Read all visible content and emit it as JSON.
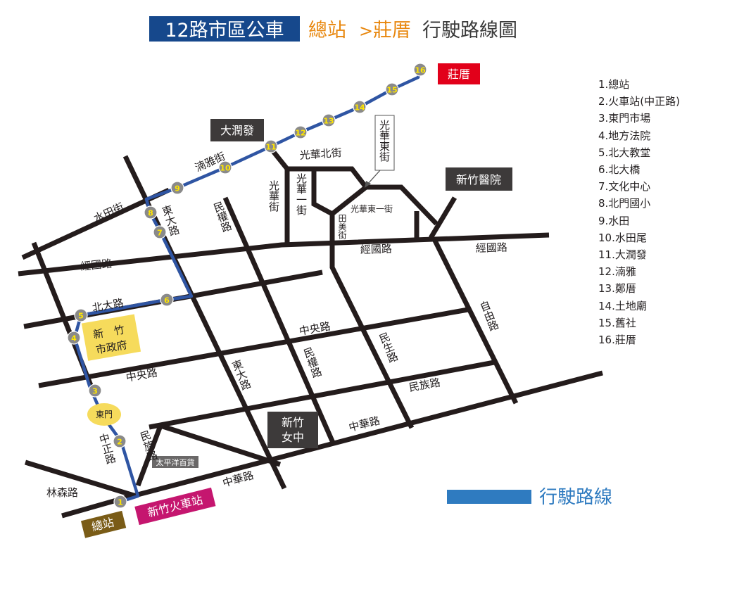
{
  "title": {
    "route_name": "12路市區公車",
    "origin": "總站",
    "arrow": ">",
    "destination": "莊厝",
    "suffix": "行駛路線圖"
  },
  "colors": {
    "title_bg": "#16488c",
    "origin_text": "#e8870e",
    "route_line": "#2f55a3",
    "road": "#241c1c",
    "stop_fill": "#8a8a8a",
    "stop_text": "#ffe600",
    "zhuangcuo_box": "#e2001a",
    "landmark_box": "#3d3a3a",
    "city_hall": "#f6db5c",
    "station_box": "#c5166f",
    "terminal_box": "#7a5c17",
    "legend_line": "#2f7bc0"
  },
  "stops": [
    {
      "num": "1",
      "name": "總站"
    },
    {
      "num": "2",
      "name": "火車站(中正路)"
    },
    {
      "num": "3",
      "name": "東門市場"
    },
    {
      "num": "4",
      "name": "地方法院"
    },
    {
      "num": "5",
      "name": "北大教堂"
    },
    {
      "num": "6",
      "name": "北大橋"
    },
    {
      "num": "7",
      "name": "文化中心"
    },
    {
      "num": "8",
      "name": "北門國小"
    },
    {
      "num": "9",
      "name": "水田"
    },
    {
      "num": "10",
      "name": "水田尾"
    },
    {
      "num": "11",
      "name": "大潤發"
    },
    {
      "num": "12",
      "name": "湳雅"
    },
    {
      "num": "13",
      "name": "鄭厝"
    },
    {
      "num": "14",
      "name": "土地廟"
    },
    {
      "num": "15",
      "name": "舊社"
    },
    {
      "num": "16",
      "name": "莊厝"
    }
  ],
  "stop_list": [
    "1.總站",
    "2.火車站(中正路)",
    "3.東門市場",
    "4.地方法院",
    "5.北大教堂",
    "6.北大橋",
    "7.文化中心",
    "8.北門國小",
    "9.水田",
    "10.水田尾",
    "11.大潤發",
    "12.湳雅",
    "13.鄭厝",
    "14.土地廟",
    "15.舊社",
    "16.莊厝"
  ],
  "landmarks": {
    "zhuangcuo": "莊厝",
    "rt_mart": "大潤發",
    "hospital": "新竹醫院",
    "city_hall_1": "新　竹",
    "city_hall_2": "市政府",
    "east_gate": "東門",
    "girls_school_1": "新竹",
    "girls_school_2": "女中",
    "pacific_sogo": "太平洋百貨",
    "train_station": "新竹火車站",
    "terminal": "總站"
  },
  "roads": {
    "nanya": "湳雅街",
    "shuitian": "水田街",
    "dongda_top": "東大路",
    "minquan_top": "民權路",
    "guanghua_1": "光華一街",
    "guanghua_st": "光華街",
    "guanghua_north": "光華北街",
    "guanghua_east": "光華東街",
    "guanghua_east_1": "光華東一街",
    "tianmei": "田美街",
    "jingguo_left": "經國路",
    "jingguo_mid": "經國路",
    "jingguo_right": "經國路",
    "beida": "北大路",
    "zhongyang_mid": "中央路",
    "zhongyang_left": "中央路",
    "ziyou": "自由路",
    "minsheng": "民生路",
    "minquan_mid": "民權路",
    "dongda_mid": "東大路",
    "minzu_right": "民族路",
    "minzu_left": "民族路",
    "zhonghua_mid": "中華路",
    "zhonghua_low": "中華路",
    "zhongzheng": "中正路",
    "linsen": "林森路"
  },
  "legend": {
    "route_label": "行駛路線"
  }
}
